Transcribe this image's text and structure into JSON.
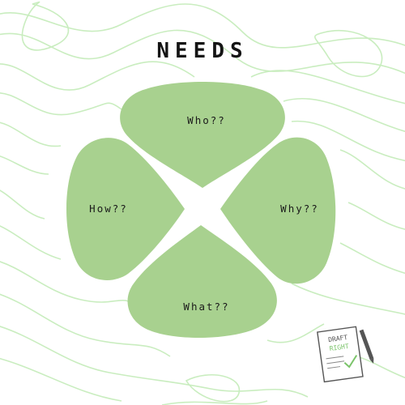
{
  "title": "NEEDS",
  "petals": {
    "who": "Who??",
    "why": "Why??",
    "what": "What??",
    "how": "How??"
  },
  "logo": {
    "line1": "DRAFT",
    "line2": "RIGHT",
    "name": "draft-right-logo"
  },
  "colors": {
    "petal": "#a8d18f",
    "contour": "#c9edbf",
    "title": "#141414",
    "logo_ink": "#555555",
    "logo_accent": "#7bc46a"
  }
}
